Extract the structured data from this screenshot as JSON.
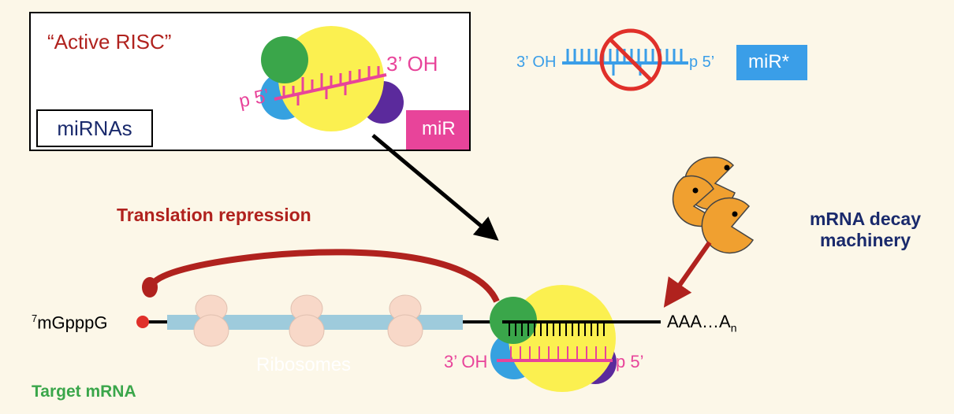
{
  "colors": {
    "background": "#fcf7e8",
    "pink": "#e8449a",
    "blue_strand": "#3a9ee8",
    "dark_red": "#b0221e",
    "navy": "#1a2a6c",
    "green": "#3aa64a",
    "yellow": "#fbf050",
    "purple": "#5b2a9c",
    "light_blue": "#36a1e0",
    "mrna_bar": "#9ecbdc",
    "pacman": "#f0a030",
    "prohibit": "#e0302a"
  },
  "icons": [
    "risc-complex-icon",
    "pacman-icon",
    "prohibition-icon",
    "ribosome-icon",
    "arrow-icon"
  ],
  "labels": {
    "active_risc": "“Active RISC”",
    "mirnas": "miRNAs",
    "mir": "miR",
    "mir_star": "miR*",
    "top_risc_3oh": "3’ OH",
    "top_risc_p5": "p 5’",
    "star_3oh": "3’ OH",
    "star_p5": "p 5’",
    "translation_repression": "Translation repression",
    "decay_machinery_line1": "mRNA decay",
    "decay_machinery_line2": "machinery",
    "cap": "mGpppG",
    "cap_superscript": "7",
    "poly_a": "AAA…A",
    "poly_a_subscript": "n",
    "ribosomes": "Ribosomes",
    "bottom_3oh": "3’ OH",
    "bottom_p5": "p 5’",
    "target_mrna": "Target mRNA"
  }
}
